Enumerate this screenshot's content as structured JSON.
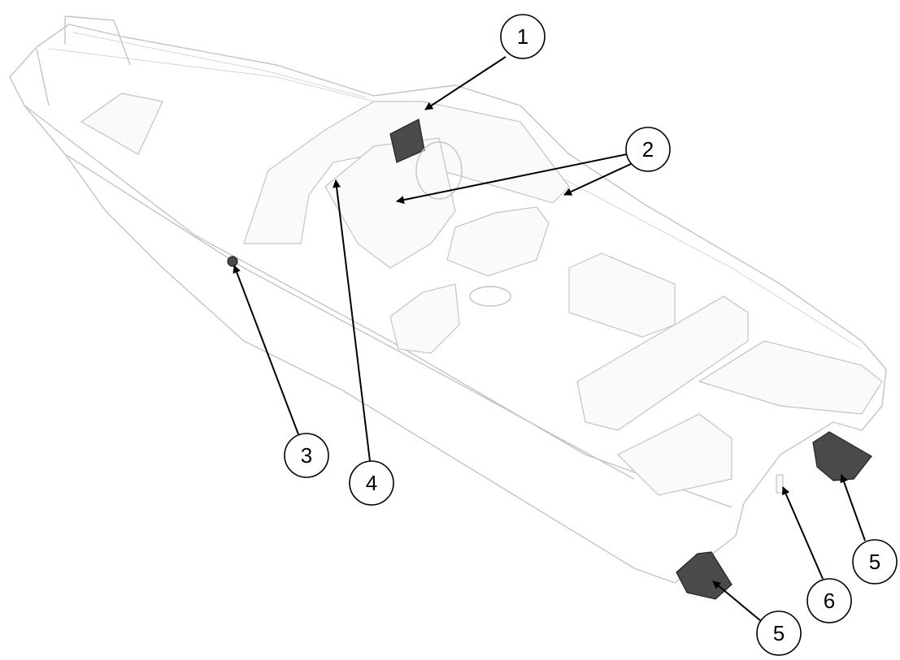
{
  "diagram": {
    "callouts": [
      {
        "id": "1",
        "label": "1"
      },
      {
        "id": "2",
        "label": "2"
      },
      {
        "id": "3",
        "label": "3"
      },
      {
        "id": "4",
        "label": "4"
      },
      {
        "id": "5a",
        "label": "5"
      },
      {
        "id": "5b",
        "label": "5"
      },
      {
        "id": "6",
        "label": "6"
      }
    ],
    "colors": {
      "line": "#c4c4c4",
      "component": "#4a4a4a",
      "callout": "#000000"
    }
  }
}
